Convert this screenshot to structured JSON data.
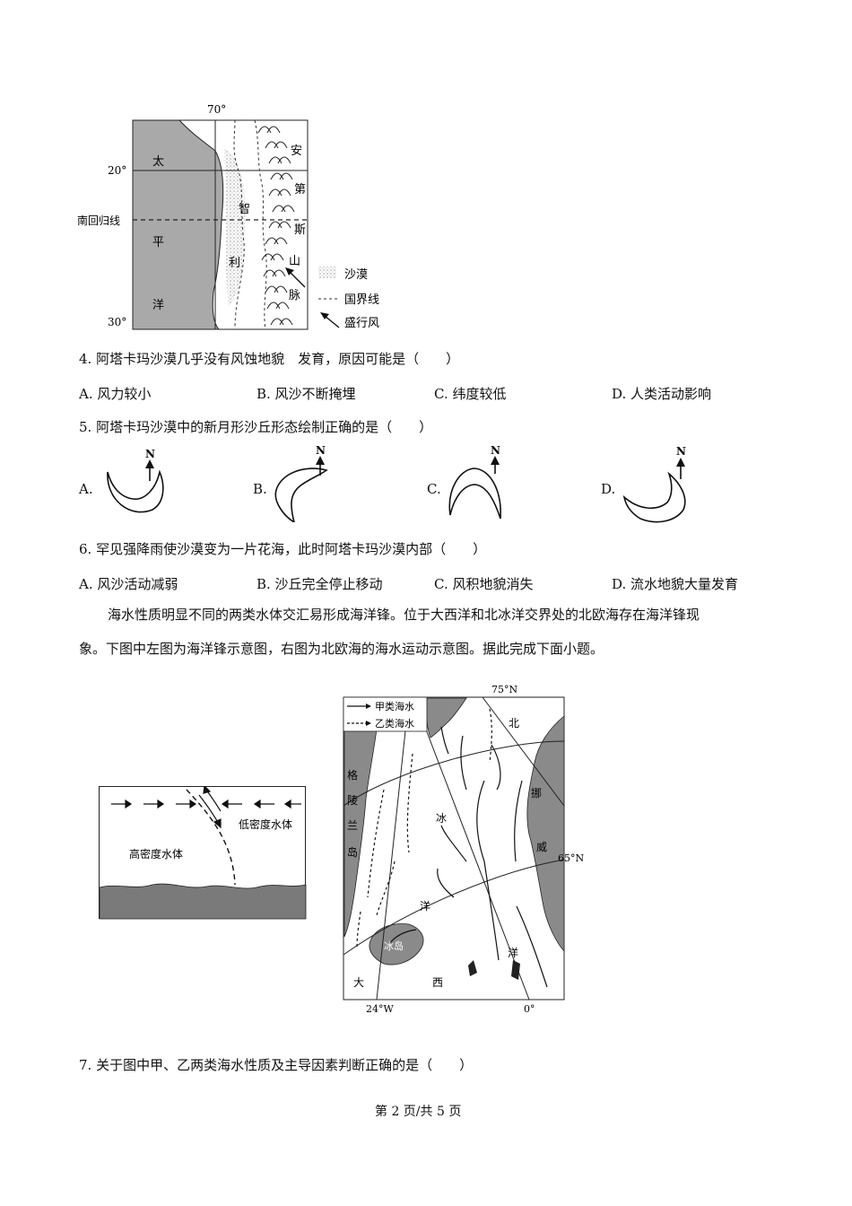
{
  "map1": {
    "lon_70": "70°",
    "lat_20": "20°",
    "lat_30": "30°",
    "tropic": "南回归线",
    "ocean_chars": [
      "太",
      "平",
      "洋"
    ],
    "chile_chars": [
      "智",
      "利"
    ],
    "andes_chars": [
      "安",
      "第",
      "斯",
      "山",
      "脉"
    ],
    "legend": {
      "desert": "沙漠",
      "border": "国界线",
      "wind": "盛行风"
    }
  },
  "q4": {
    "stem": "4. 阿塔卡玛沙漠几乎没有风蚀地貌　发育，原因可能是（　　）",
    "options": [
      "A. 风力较小",
      "B. 风沙不断掩埋",
      "C. 纬度较低",
      "D. 人类活动影响"
    ]
  },
  "q5": {
    "stem": "5. 阿塔卡玛沙漠中的新月形沙丘形态绘制正确的是（　　）",
    "option_labels": [
      "A.",
      "B.",
      "C.",
      "D."
    ],
    "north": "N"
  },
  "q6": {
    "stem": "6. 罕见强降雨使沙漠变为一片花海，此时阿塔卡玛沙漠内部（　　）",
    "options": [
      "A. 风沙活动减弱",
      "B. 沙丘完全停止移动",
      "C. 风积地貌消失",
      "D. 流水地貌大量发育"
    ]
  },
  "intro": {
    "line1": "海水性质明显不同的两类水体交汇易形成海洋锋。位于大西洋和北冰洋交界处的北欧海存在海洋锋现",
    "line2": "象。下图中左图为海洋锋示意图，右图为北欧海的海水运动示意图。据此完成下面小题。"
  },
  "front_diagram": {
    "low_density": "低密度水体",
    "high_density": "高密度水体"
  },
  "map2": {
    "legend_a": "甲类海水",
    "legend_b": "乙类海水",
    "lat_75": "75°N",
    "lat_65": "65°N",
    "lon_24w": "24°W",
    "lon_0": "0°",
    "greenland_chars": [
      "格",
      "陵",
      "兰",
      "岛"
    ],
    "norway_chars": [
      "挪",
      "威"
    ],
    "arctic_chars": [
      "北",
      "冰",
      "洋"
    ],
    "atlantic_chars": [
      "大",
      "西",
      "洋"
    ],
    "iceland": "冰岛"
  },
  "q7": {
    "stem": "7. 关于图中甲、乙两类海水性质及主导因素判断正确的是（　　）"
  },
  "footer": {
    "page": "第 2 页/共 5 页"
  }
}
